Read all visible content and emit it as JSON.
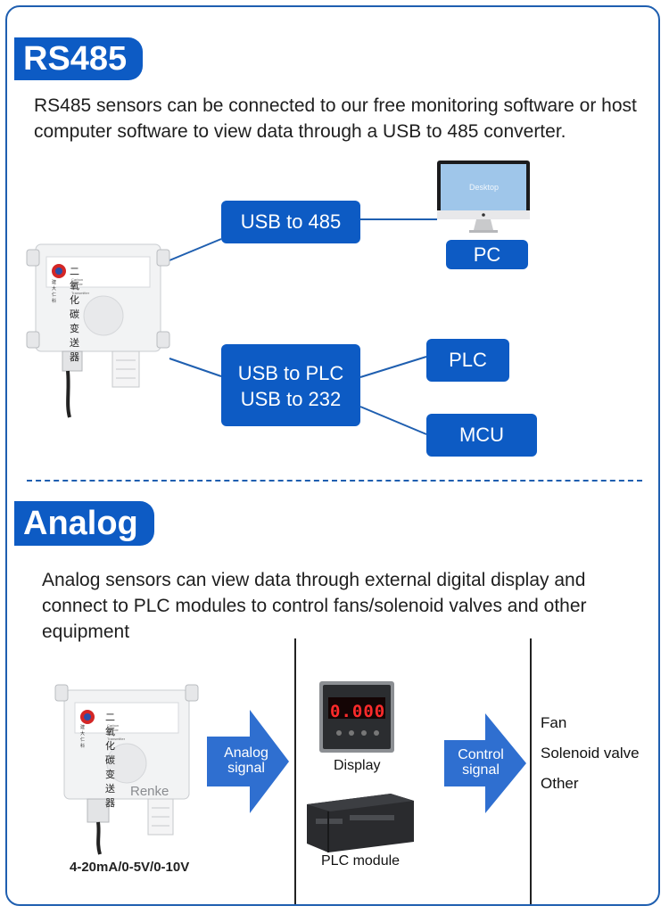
{
  "rs485": {
    "tag": "RS485",
    "description": "RS485 sensors can be connected to our free monitoring software or host computer software to view data through a USB to 485 converter.",
    "converter_usb485": "USB to 485",
    "converter_plc_line1": "USB to PLC",
    "converter_plc_line2": "USB to 232",
    "target_pc": "PC",
    "target_plc": "PLC",
    "target_mcu": "MCU",
    "monitor_screen_text": "Desktop"
  },
  "device_label": {
    "chinese": "二氧化碳变送器",
    "english": "Carbon dioxide CO2 Transmitter",
    "brand": "建大仁科"
  },
  "analog": {
    "tag": "Analog",
    "description": "Analog sensors can view data through external digital display and connect to PLC modules to control fans/solenoid valves and other equipment",
    "arrow1_line1": "Analog",
    "arrow1_line2": "signal",
    "arrow2_line1": "Control",
    "arrow2_line2": "signal",
    "display_label": "Display",
    "display_readout": "0.000",
    "plc_label": "PLC module",
    "watermark": "Renke",
    "output_range": "4-20mA/0-5V/0-10V",
    "outputs": [
      "Fan",
      "Solenoid valve",
      "Other"
    ]
  },
  "colors": {
    "accent": "#0d5bc4",
    "border": "#1f5fb0"
  }
}
